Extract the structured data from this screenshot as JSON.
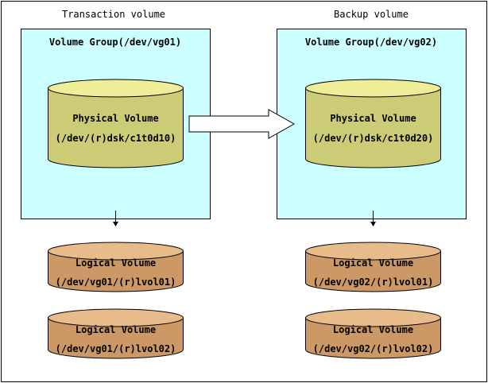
{
  "colors": {
    "frame_border": "#000000",
    "background": "#ffffff",
    "volume_group_fill": "#ccffff",
    "physical_volume_fill": "#cccc77",
    "physical_volume_top": "#eeee99",
    "logical_volume_fill": "#cc9966",
    "logical_volume_top": "#e8bb8a",
    "arrow_fill": "#ffffff",
    "line": "#000000"
  },
  "transaction": {
    "title": "Transaction volume",
    "volume_group_label": "Volume Group(/dev/vg01)",
    "physical_volume": {
      "name": "Physical Volume",
      "path": "(/dev/(r)dsk/c1t0d10)"
    },
    "logical_volumes": [
      {
        "name": "Logical Volume",
        "path": "(/dev/vg01/(r)lvol01)"
      },
      {
        "name": "Logical Volume",
        "path": "(/dev/vg01/(r)lvol02)"
      }
    ]
  },
  "backup": {
    "title": "Backup volume",
    "volume_group_label": "Volume Group(/dev/vg02)",
    "physical_volume": {
      "name": "Physical Volume",
      "path": "(/dev/(r)dsk/c1t0d20)"
    },
    "logical_volumes": [
      {
        "name": "Logical Volume",
        "path": "(/dev/vg02/(r)lvol01)"
      },
      {
        "name": "Logical Volume",
        "path": "(/dev/vg02/(r)lvol02)"
      }
    ]
  }
}
